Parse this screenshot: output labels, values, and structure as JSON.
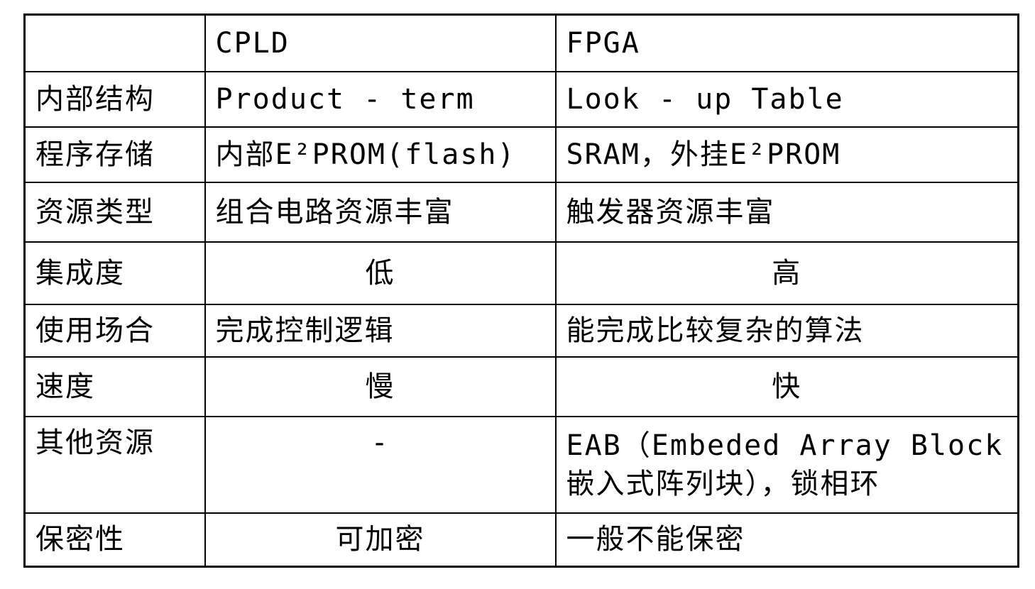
{
  "table": {
    "header": {
      "corner": "",
      "cpld": "CPLD",
      "fpga": "FPGA"
    },
    "rows": [
      {
        "label": "内部结构",
        "cpld": "Product - term",
        "fpga": "Look - up Table"
      },
      {
        "label": "程序存储",
        "cpld": "内部E²PROM(flash)",
        "fpga": "SRAM，外挂E²PROM"
      },
      {
        "label": "资源类型",
        "cpld": "组合电路资源丰富",
        "fpga": "触发器资源丰富"
      },
      {
        "label": "集成度",
        "cpld": "低",
        "fpga": "高"
      },
      {
        "label": "使用场合",
        "cpld": "完成控制逻辑",
        "fpga": "能完成比较复杂的算法"
      },
      {
        "label": "速度",
        "cpld": "慢",
        "fpga": "快"
      },
      {
        "label": "其他资源",
        "cpld": "-",
        "fpga_line1": "EAB（Embeded Array Block",
        "fpga_line2": "嵌入式阵列块），锁相环"
      },
      {
        "label": "保密性",
        "cpld": "可加密",
        "fpga": "一般不能保密"
      }
    ]
  }
}
